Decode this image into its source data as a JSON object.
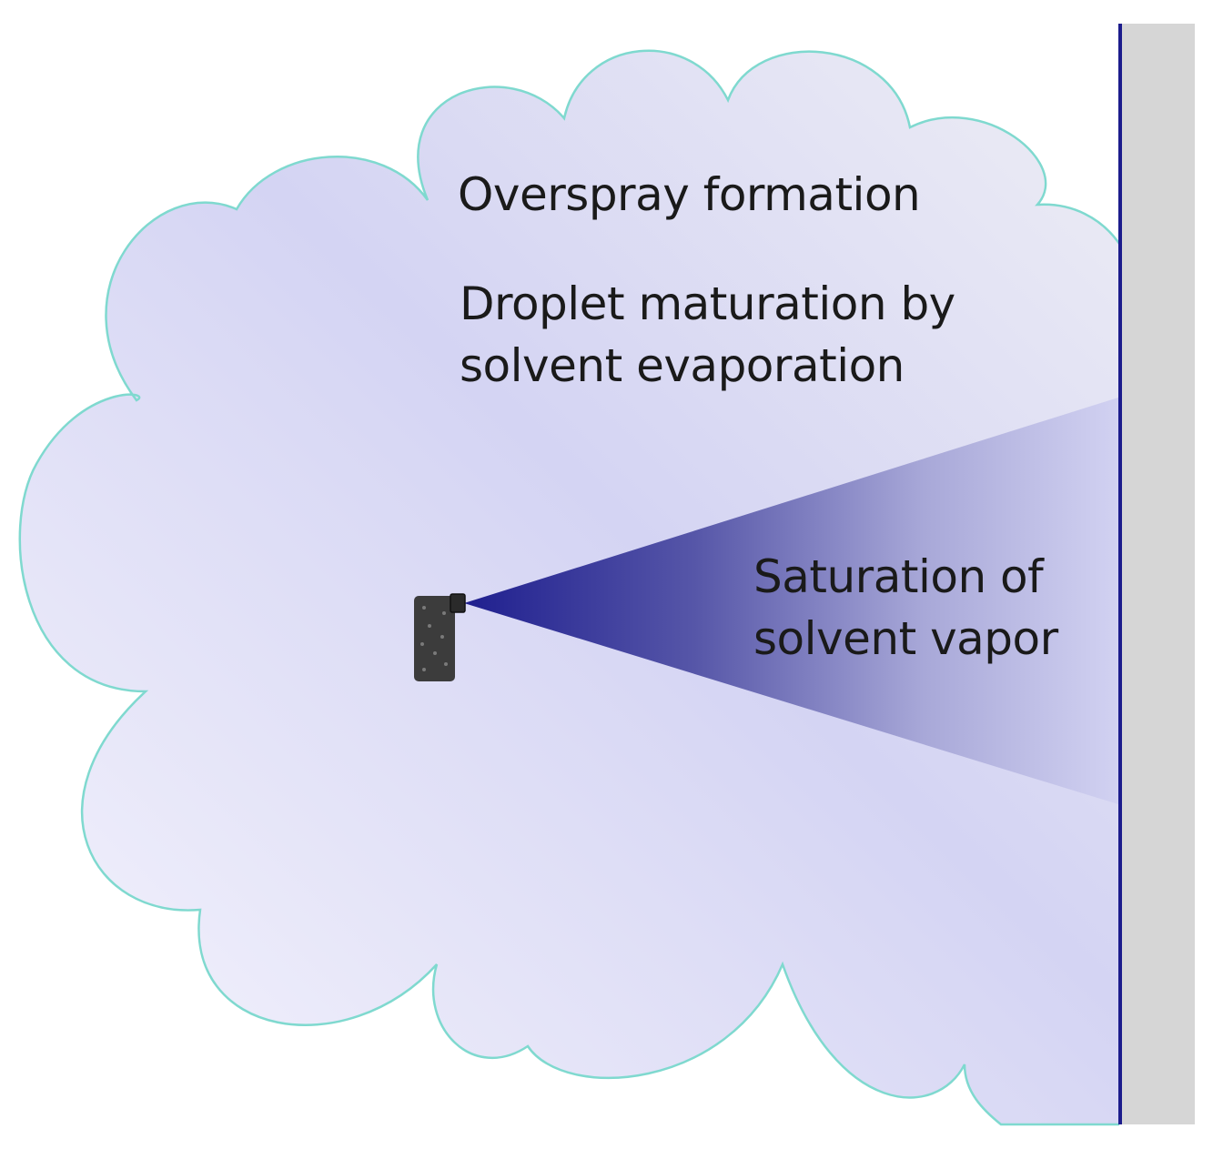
{
  "labels": {
    "overspray": "Overspray formation",
    "droplet_line1": "Droplet maturation by",
    "droplet_line2": "solvent evaporation",
    "saturation_line1": "Saturation of",
    "saturation_line2": "solvent vapor"
  },
  "colors": {
    "cloud_fill_light": "#f6f5fd",
    "cloud_fill_dark": "#d4d4f3",
    "cloud_outline": "#7fd9cf",
    "spray_cone_dark": "#1f1f8f",
    "spray_cone_light": "#d2d2f2",
    "wall_fill": "#d6d6d6",
    "wall_edge": "#1c1c8c",
    "nozzle": "#3c3c3c",
    "text": "#1a1a1a"
  },
  "icons": {
    "spray_nozzle": "spray-nozzle-icon"
  }
}
